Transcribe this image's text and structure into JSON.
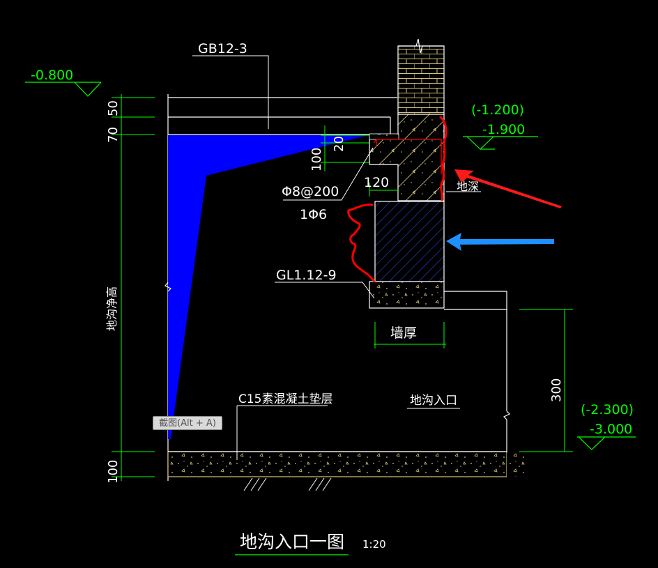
{
  "labels": {
    "gb": "GB12-3",
    "elev_top": "-0.800",
    "elev_mid_paren": "(-1.200)",
    "elev_mid": "-1.900",
    "elev_bot_paren": "(-2.300)",
    "elev_bot": "-3.000",
    "rebar_main": "Φ8@200",
    "rebar_dist": "1Φ6",
    "lintel": "GL1.12-9",
    "wall_thickness": "墙厚",
    "trench_depth": "地深",
    "trench_clear_height": "地沟净高",
    "trench_entrance": "地沟入口",
    "concrete_cushion": "C15素混凝土垫层",
    "title": "地沟入口一图",
    "scale": "1:20"
  },
  "dimensions": {
    "d50": "50",
    "d70": "70",
    "d20": "20",
    "d100a": "100",
    "d120": "120",
    "d300": "300",
    "d100b": "100"
  },
  "tooltip": "截图(Alt + A)",
  "colors": {
    "background": "#000000",
    "line": "#ffffff",
    "tan": "#d6c27a",
    "green": "#00ff00",
    "blue_fill": "#0000ff",
    "hatch": "#2f3fd0",
    "red": "#ff0000",
    "arrow_blue": "#1e90ff"
  }
}
